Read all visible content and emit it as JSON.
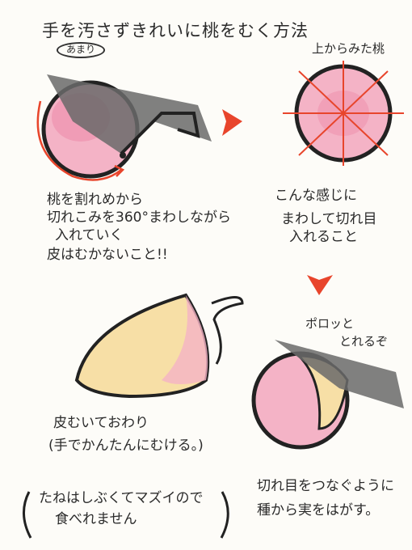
{
  "title": "手を汚さずきれいに桃をむく方法",
  "title_tag": "あまり",
  "label_topview": "上からみた桃",
  "step1": [
    "桃を割れめから",
    "切れこみを360°まわしながら",
    "入れていく",
    "皮はむかないこと!!"
  ],
  "step2": [
    "こんな感じに",
    "まわして切れ目",
    "入れること"
  ],
  "step3_sfx": [
    "ポロッと",
    "とれるぞ"
  ],
  "step4": [
    "皮むいておわり",
    "(手でかんたんにむける。)"
  ],
  "step5": [
    "切れ目をつなぐように",
    "種から実をはがす。"
  ],
  "note": [
    "たねはしぶくてマズイので",
    "食べれません"
  ],
  "colors": {
    "peach": "#f0a6bd",
    "peach_light": "#f7cfd9",
    "flesh": "#f8e6b0",
    "arrow": "#e8452c",
    "knife": "#555555",
    "ink": "#222222"
  }
}
